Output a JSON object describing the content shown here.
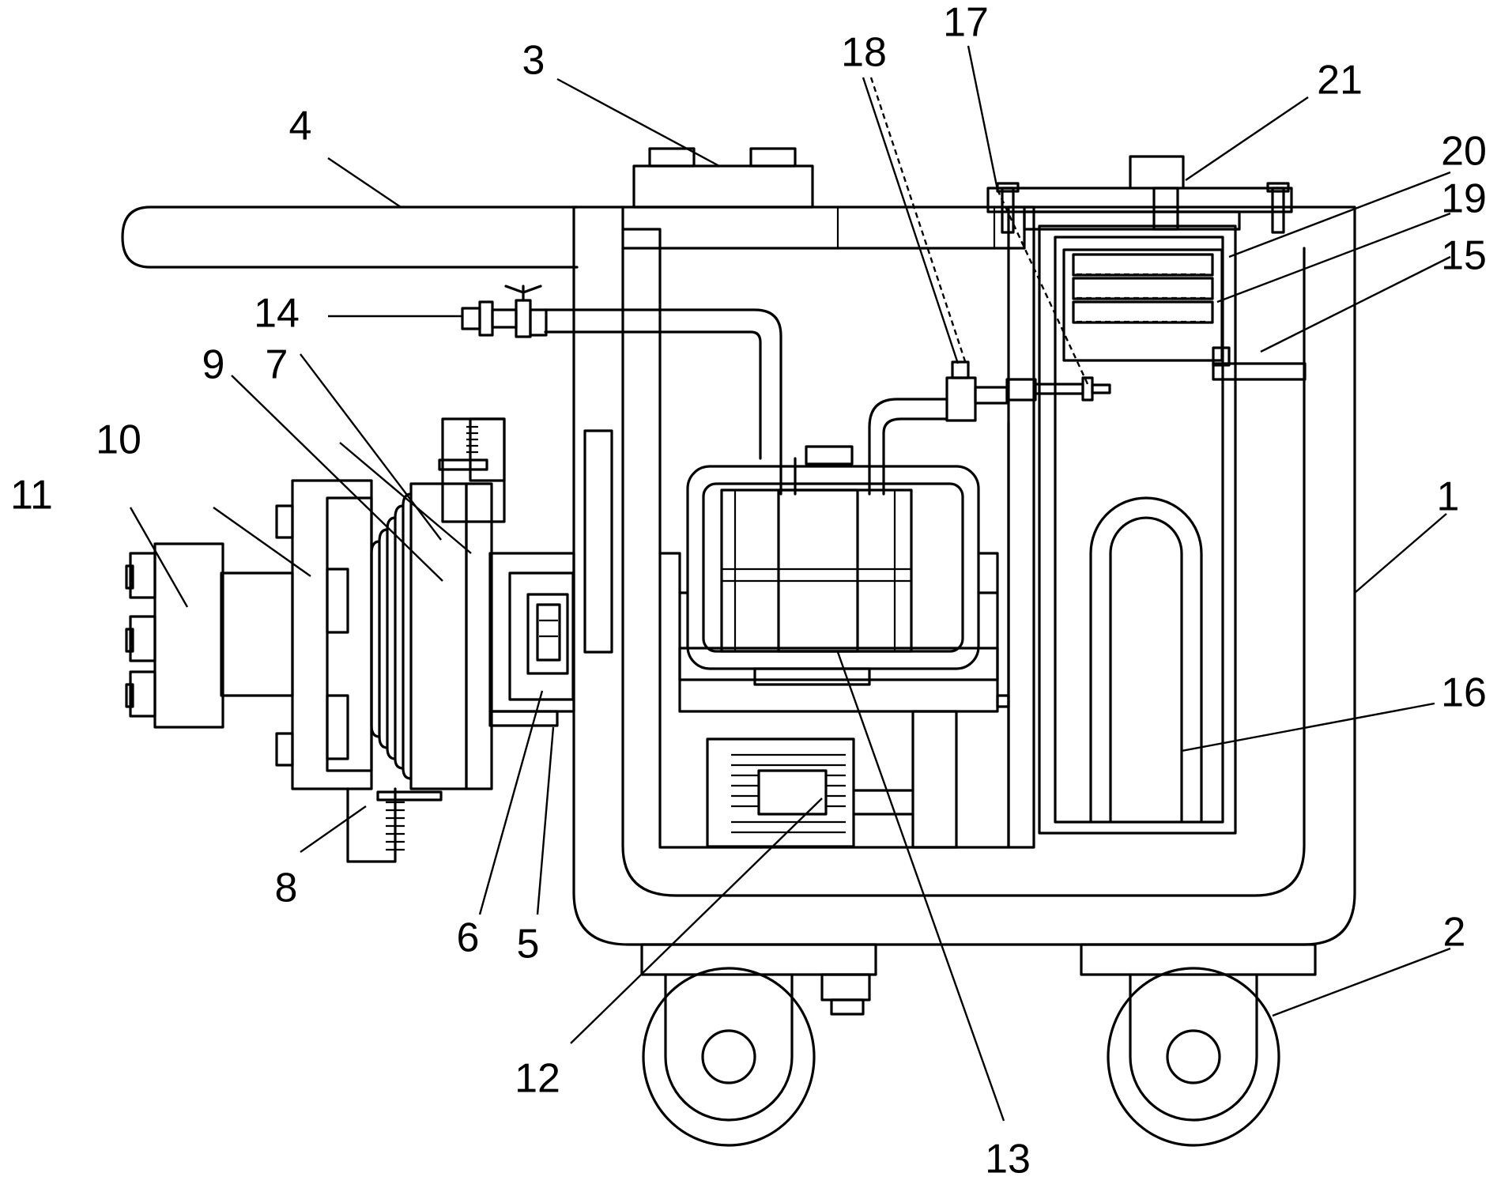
{
  "figure": {
    "labels": {
      "l1": "1",
      "l2": "2",
      "l3": "3",
      "l4": "4",
      "l5": "5",
      "l6": "6",
      "l7": "7",
      "l8": "8",
      "l9": "9",
      "l10": "10",
      "l11": "11",
      "l12": "12",
      "l13": "13",
      "l14": "14",
      "l15": "15",
      "l16": "16",
      "l17": "17",
      "l18": "18",
      "l19": "19",
      "l20": "20",
      "l21": "21"
    }
  }
}
